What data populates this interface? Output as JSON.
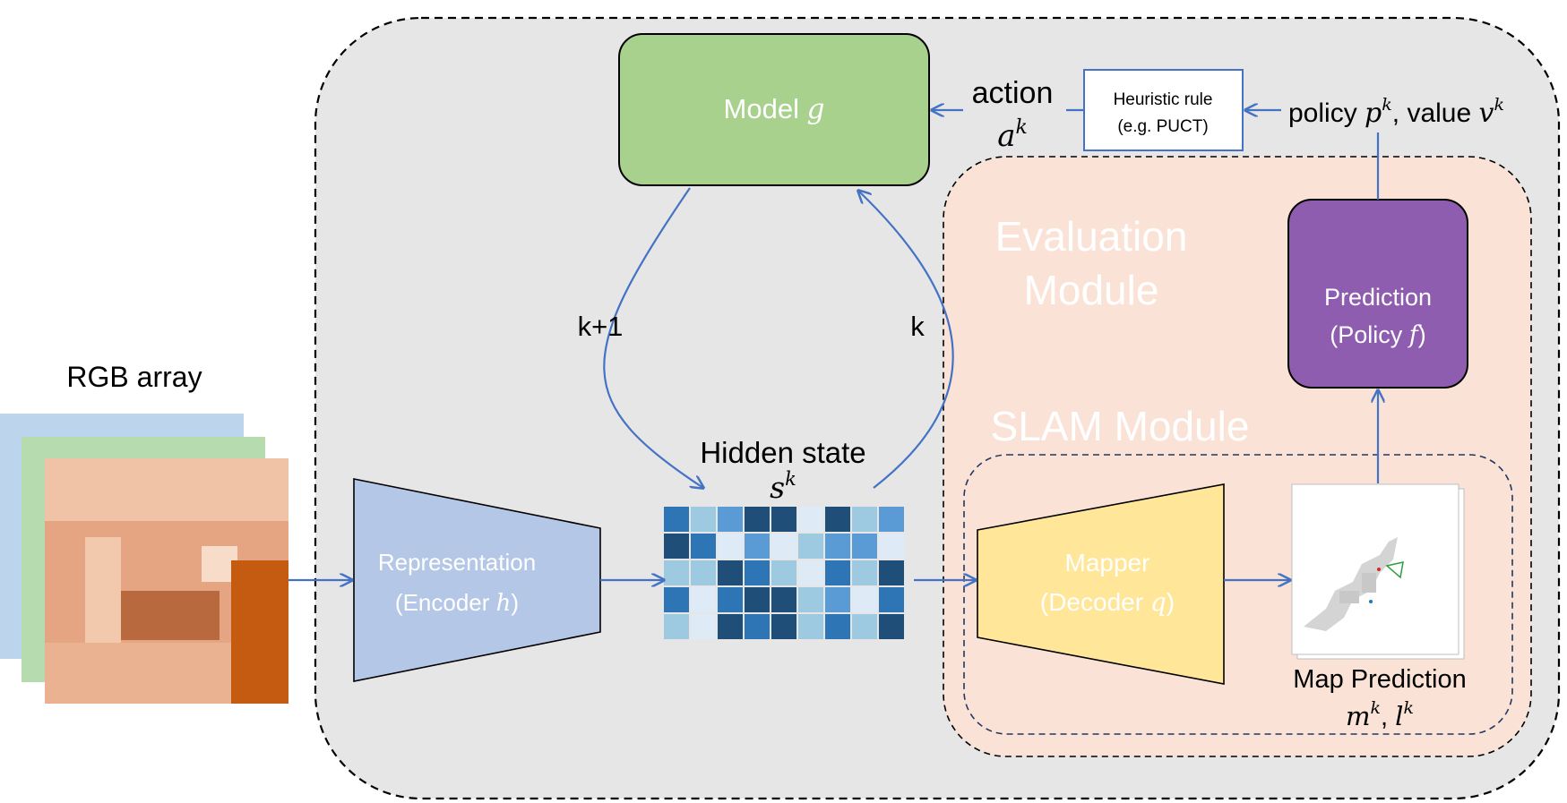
{
  "colors": {
    "outer_bg": "#e6e6e6",
    "eval_bg": "#fae3d6",
    "model": "#a9d18e",
    "encoder": "#b4c7e7",
    "decoder": "#ffe699",
    "prediction": "#8f5db0",
    "arrow": "#4472c4",
    "heuristic_border": "#4472c4",
    "rgb_blue": "#bcd4ec",
    "rgb_green": "#b6dbae",
    "rgb_orange": "#e6a582",
    "door": "#c55a11",
    "cell_palette": [
      "#deebf7",
      "#9ecae1",
      "#5b9bd5",
      "#2e75b6",
      "#1f4e79"
    ]
  },
  "labels": {
    "rgb_array": "RGB array",
    "model_name": "Model",
    "model_var": "g",
    "action": "action",
    "action_var": "a",
    "sup_k": "k",
    "heuristic_line1": "Heuristic rule",
    "heuristic_line2": "(e.g. PUCT)",
    "policy": "policy",
    "policy_var": "p",
    "value": ", value",
    "value_var": "v",
    "evaluation_line1": "Evaluation",
    "evaluation_line2": "Module",
    "prediction_line1": "Prediction",
    "prediction_line2_a": "(Policy",
    "prediction_var": "f",
    "prediction_line2_b": ")",
    "slam": "SLAM Module",
    "k_plus_1": "k+1",
    "k": "k",
    "hidden_state": "Hidden state",
    "hidden_var": "s",
    "representation": "Representation",
    "encoder_a": "(Encoder",
    "encoder_var": "h",
    "encoder_b": ")",
    "mapper": "Mapper",
    "decoder_a": "(Decoder",
    "decoder_var": "q",
    "decoder_b": ")",
    "map_prediction": "Map Prediction",
    "map_var_m": "m",
    "map_sep": ", ",
    "map_var_l": "l"
  },
  "hidden_grid": [
    [
      3,
      1,
      2,
      4,
      4,
      0,
      4,
      1,
      2
    ],
    [
      4,
      3,
      0,
      2,
      0,
      1,
      2,
      2,
      0
    ],
    [
      1,
      1,
      4,
      3,
      1,
      0,
      3,
      1,
      4
    ],
    [
      3,
      0,
      3,
      4,
      4,
      1,
      2,
      0,
      3
    ],
    [
      1,
      0,
      4,
      3,
      4,
      1,
      3,
      1,
      4
    ]
  ]
}
